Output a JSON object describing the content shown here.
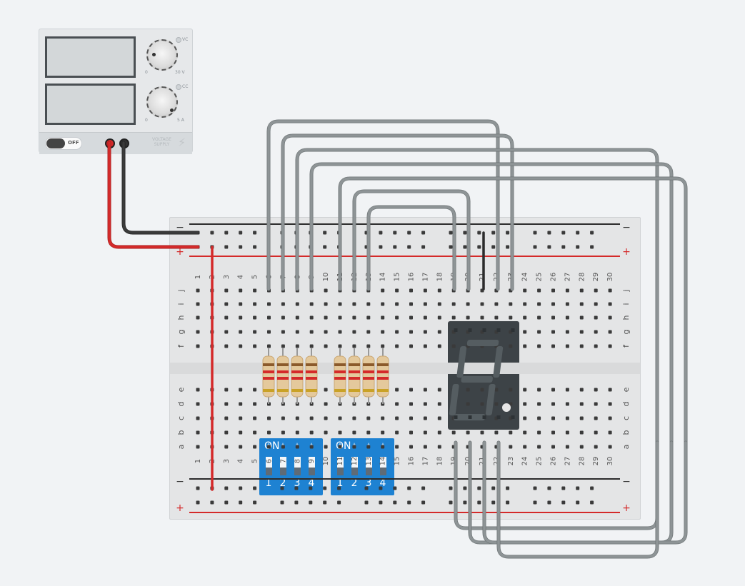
{
  "power_supply": {
    "voltage_knob_max": "30 V",
    "current_knob_max": "5 A",
    "knob_min": "0",
    "vc_label": "VC",
    "cc_label": "CC",
    "switch_label": "OFF",
    "brand": [
      "VOLTAGE",
      "SUPPLY"
    ]
  },
  "breadboard": {
    "column_numbers": [
      "1",
      "2",
      "3",
      "4",
      "5",
      "6",
      "7",
      "8",
      "9",
      "10",
      "11",
      "12",
      "13",
      "14",
      "15",
      "16",
      "17",
      "18",
      "19",
      "20",
      "21",
      "22",
      "23",
      "24",
      "25",
      "26",
      "27",
      "28",
      "29",
      "30"
    ],
    "row_letters_top": [
      "j",
      "i",
      "h",
      "g",
      "f"
    ],
    "row_letters_bottom": [
      "e",
      "d",
      "c",
      "b",
      "a"
    ],
    "rail_minus": "−",
    "rail_plus": "+"
  },
  "dip_switches": [
    {
      "on_label": "ON",
      "labels": [
        "1",
        "2",
        "3",
        "4"
      ]
    },
    {
      "on_label": "ON",
      "labels": [
        "1",
        "2",
        "3",
        "4"
      ]
    }
  ],
  "colors": {
    "wire_red": "#d42a2a",
    "wire_black": "#333333",
    "wire_gray": "#8e9496",
    "dip_blue": "#1e82d2",
    "resistor_body": "#e4c99c",
    "display_body": "#3d4347"
  }
}
